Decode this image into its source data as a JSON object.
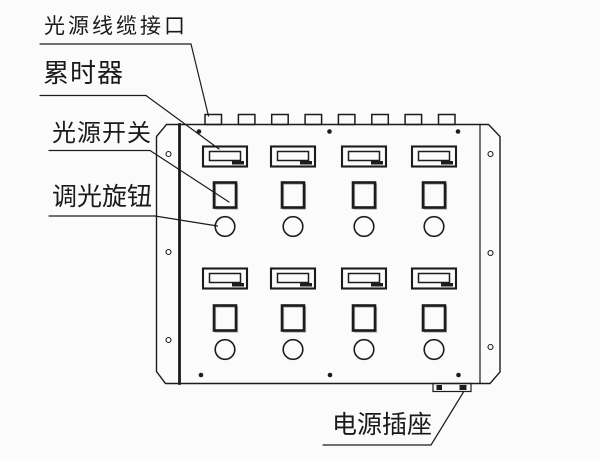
{
  "diagram": {
    "type": "technical-line-drawing",
    "subject": "light-source-control-box-front-view",
    "colors": {
      "background": "#fbfbfb",
      "line": "#1c1c1c"
    },
    "labels": {
      "cable_interface": "光源线缆接口",
      "timer": "累时器",
      "light_switch": "光源开关",
      "dimmer_knob": "调光旋钮",
      "power_socket": "电源插座"
    },
    "panel": {
      "connector_tab_count": 8,
      "control_columns": 4,
      "control_rows": 2,
      "unit_parts": [
        "timer-display",
        "light-switch",
        "dimmer-knob"
      ]
    }
  }
}
